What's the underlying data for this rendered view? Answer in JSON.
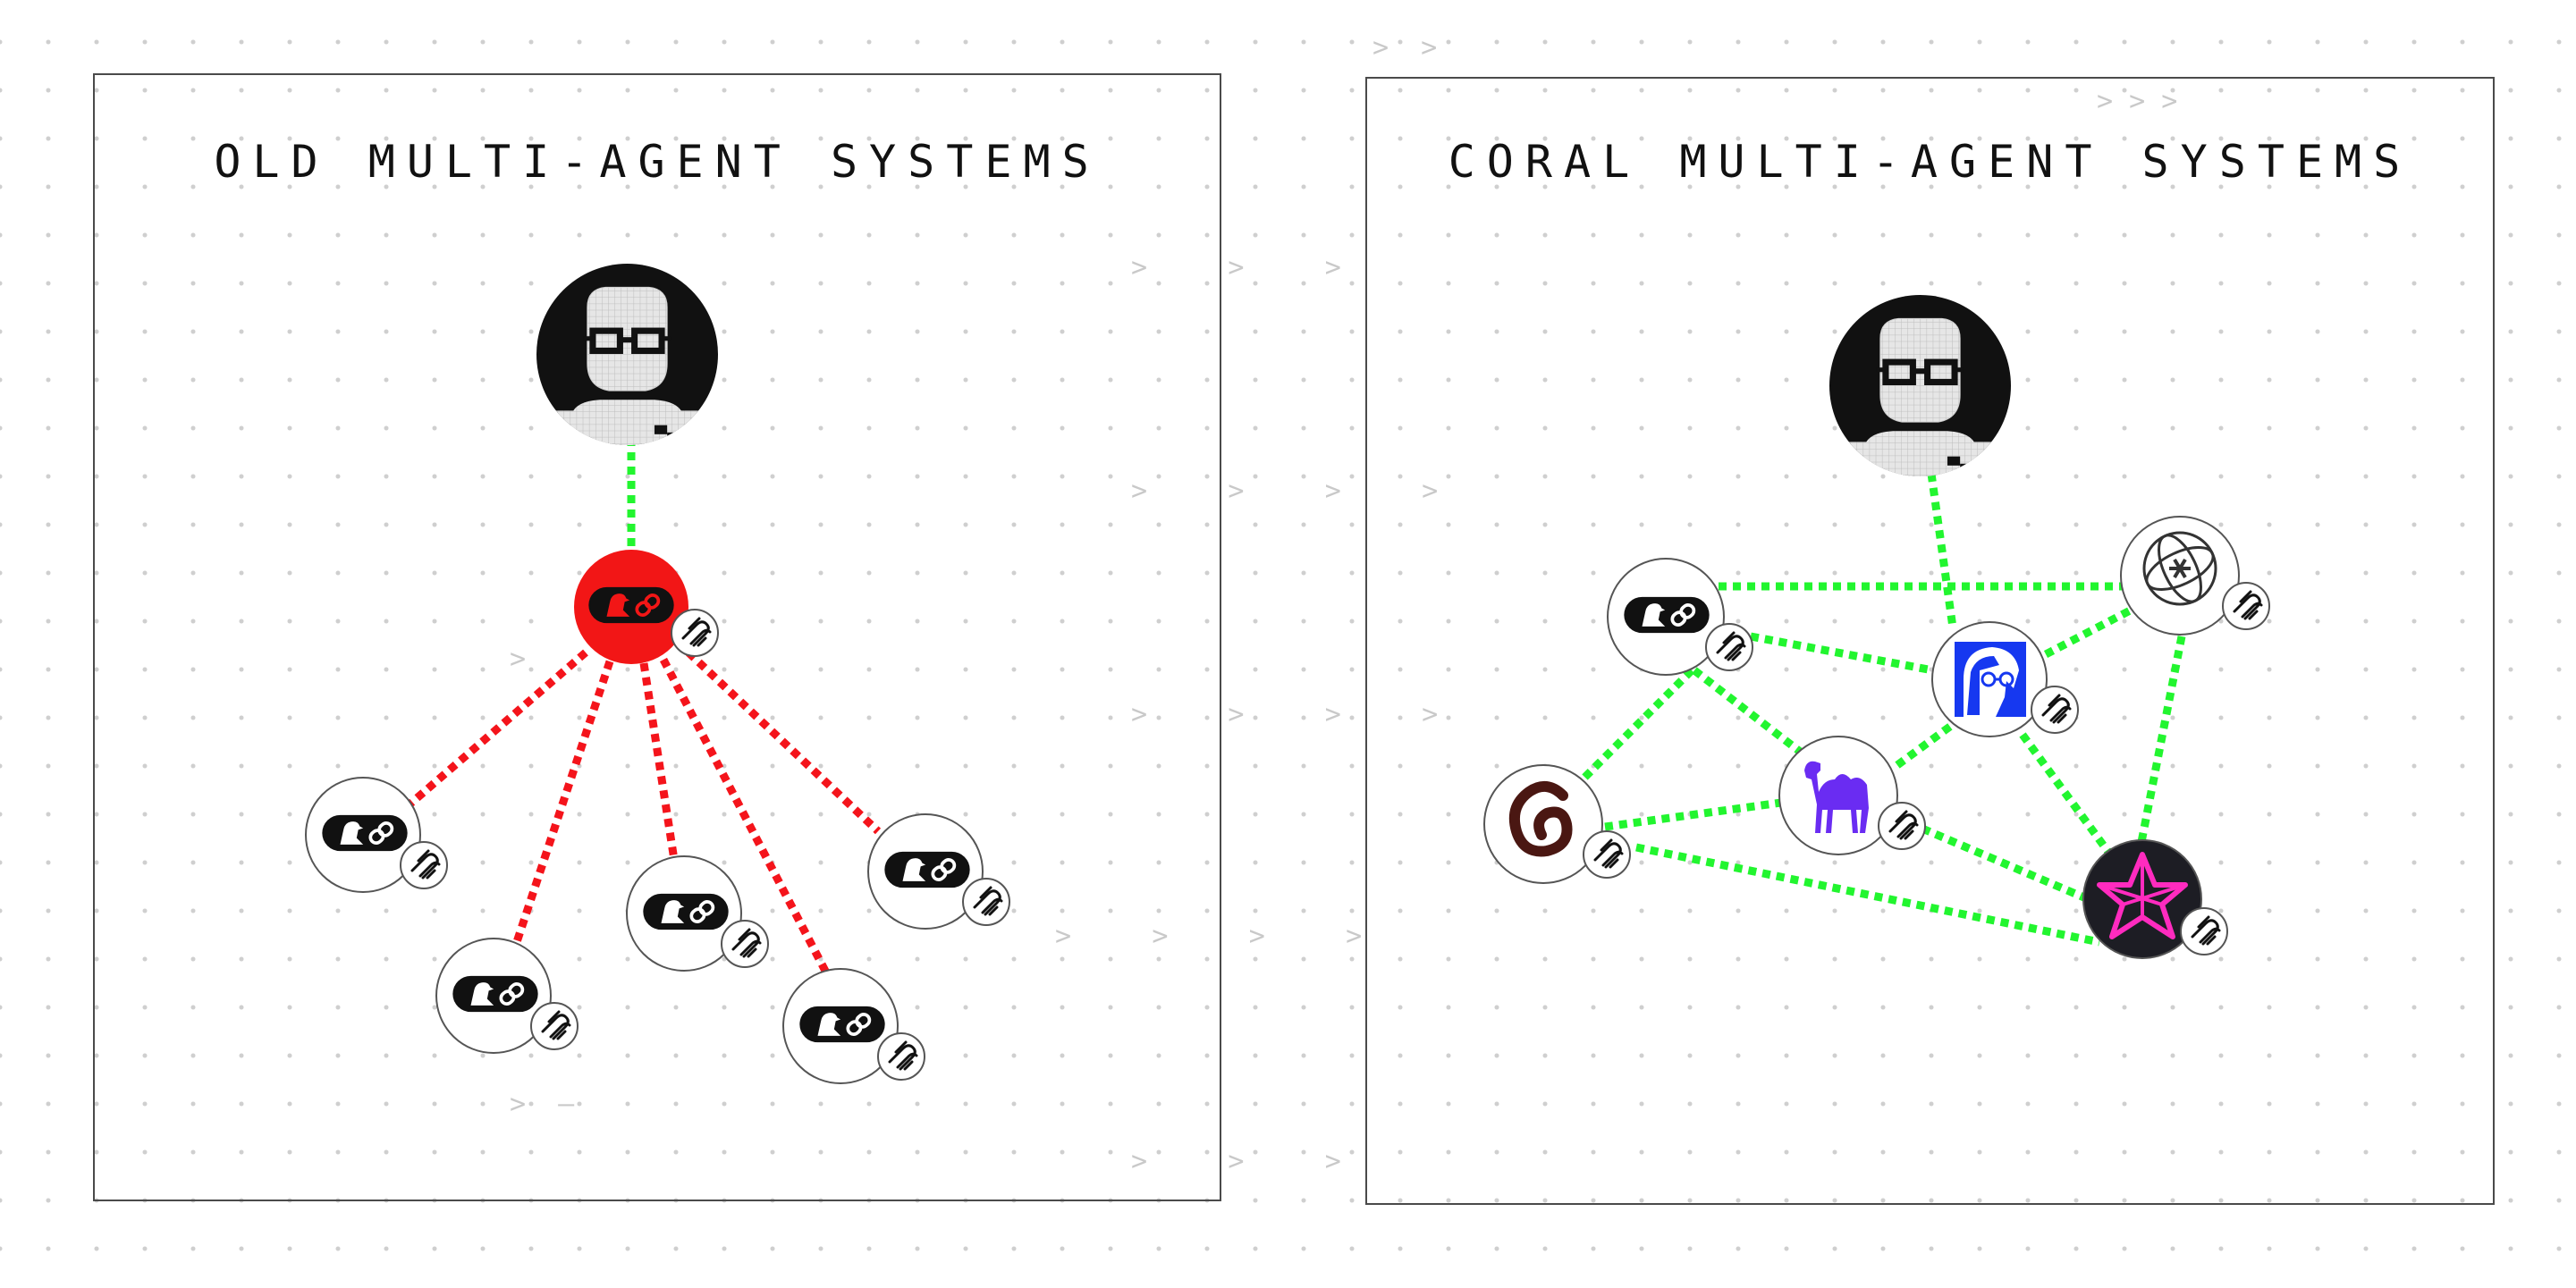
{
  "panels": {
    "left": {
      "title": "OLD MULTI-AGENT SYSTEMS"
    },
    "right": {
      "title": "CORAL MULTI-AGENT SYSTEMS"
    }
  },
  "colors": {
    "hierarchy_edge": "#f4141b",
    "human_edge": "#22f52f",
    "mesh_edge": "#22f52f",
    "orchestrator_fill": "#f21616",
    "node_fill": "#ffffff",
    "avatar_bg": "#111111"
  },
  "nodes": {
    "human": "human-pixel-avatar",
    "orchestrator": "orchestrator-agent",
    "langchain_agent": "parrot-chain-agent",
    "mesh_agents": [
      "parrot-chain-agent",
      "globe-asterisk-agent",
      "anime-avatar-agent",
      "camel-agent",
      "swirl-c-agent",
      "pink-star-agent"
    ],
    "badge": "mcp-badge"
  }
}
